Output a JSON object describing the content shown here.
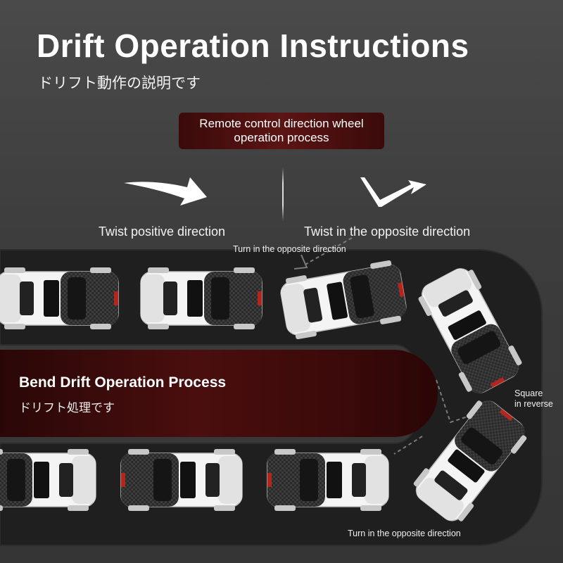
{
  "header": {
    "title": "Drift Operation Instructions",
    "subtitle_jp": "ドリフト動作の説明です"
  },
  "remote": {
    "line1": "Remote control direction wheel",
    "line2": "operation process"
  },
  "twist": {
    "positive": "Twist positive direction",
    "opposite": "Twist in the opposite direction"
  },
  "track": {
    "turn_top": "Turn in the opposite direction",
    "turn_bottom": "Turn in the opposite direction",
    "square_line1": "Square",
    "square_line2": "in reverse"
  },
  "bend": {
    "title": "Bend Drift Operation Process",
    "subtitle_jp": "ドリフト処理です"
  },
  "icons": {
    "positive_arrow": "curved-arrow-right-icon",
    "opposite_arrow": "check-arrow-icon",
    "car": "rc-drift-car-icon"
  },
  "colors": {
    "background": "#3c3c3c",
    "track": "#1e1e1e",
    "accent_dark_red": "#4a0e0e",
    "text": "#ffffff"
  }
}
